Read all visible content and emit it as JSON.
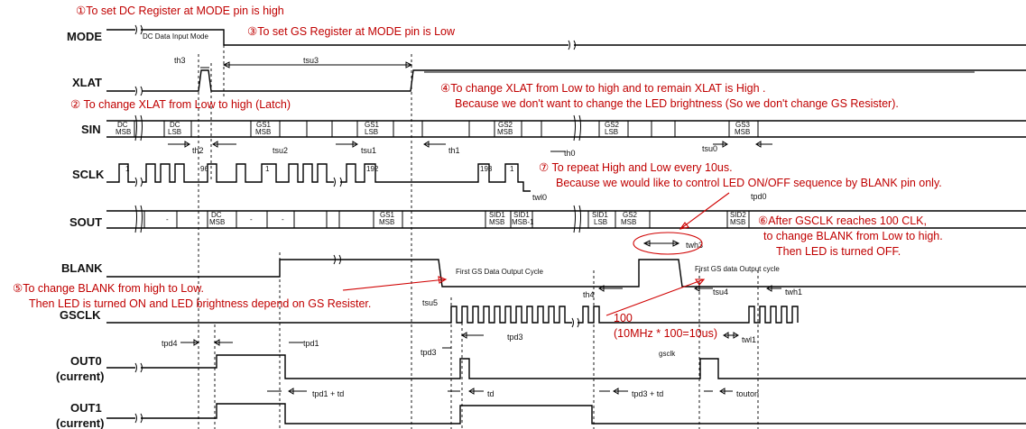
{
  "signals": [
    {
      "key": "mode",
      "label": "MODE"
    },
    {
      "key": "xlat",
      "label": "XLAT"
    },
    {
      "key": "sin",
      "label": "SIN"
    },
    {
      "key": "sclk",
      "label": "SCLK"
    },
    {
      "key": "sout",
      "label": "SOUT"
    },
    {
      "key": "blank",
      "label": "BLANK"
    },
    {
      "key": "gsclk",
      "label": "GSCLK"
    },
    {
      "key": "out0",
      "label": "OUT0",
      "sub": "(current)"
    },
    {
      "key": "out1",
      "label": "OUT1",
      "sub": "(current)"
    }
  ],
  "annotations": {
    "a1": "①To set DC Register at MODE pin is high",
    "a3": "③To set GS Register at MODE pin is Low",
    "a2": "② To change XLAT from Low to high (Latch)",
    "a4_line1": "④To change XLAT from Low to high and to remain XLAT is High .",
    "a4_line2": "Because we don't want to change the LED brightness (So we don't change GS Resister).",
    "a7_line1": "⑦ To repeat High and Low every 10us.",
    "a7_line2": "Because we would like to control LED ON/OFF sequence by BLANK pin only.",
    "a6_line1": "⑥After GSCLK reaches 100 CLK,",
    "a6_line2": "to change BLANK from Low to high.",
    "a6_line3": "Then LED is turned OFF.",
    "a5_line1": "⑤To change BLANK from high to Low.",
    "a5_line2": "Then LED is turned ON and LED brightness depend on GS Resister.",
    "n100_line1": "100",
    "n100_line2": "(10MHz * 100=10us)"
  },
  "labels": {
    "dc_input_mode": "DC Data Input Mode",
    "first_gs_cycle": "First GS Data Output Cycle",
    "first_gs_cycle2": "First GS data Output cycle",
    "sin_dc_msb": [
      "DC",
      "MSB"
    ],
    "sin_dc_lsb": [
      "DC",
      "LSB"
    ],
    "sin_gs1_msb": [
      "GS1",
      "MSB"
    ],
    "sin_gs1_lsb": [
      "GS1",
      "LSB"
    ],
    "sin_gs2_msb": [
      "GS2",
      "MSB"
    ],
    "sin_gs2_lsb": [
      "GS2",
      "LSB"
    ],
    "sin_gs3_msb": [
      "GS3",
      "MSB"
    ],
    "sclk_1": "1",
    "sclk_96": "96",
    "sclk_1b": "1",
    "sclk_192": "192",
    "sclk_193": "193",
    "sclk_1c": "1",
    "sout_dash1": "-",
    "sout_dc_msb": [
      "DC",
      "MSB"
    ],
    "sout_dash2": "-",
    "sout_dash3": "-",
    "sout_gs1_msb": [
      "GS1",
      "MSB"
    ],
    "sout_sid1_msb": [
      "SID1",
      "MSB"
    ],
    "sout_sid1_msb1": [
      "SID1",
      "MSB-1"
    ],
    "sout_sid1_lsb": [
      "SID1",
      "LSB"
    ],
    "sout_gs2_msb": [
      "GS2",
      "MSB"
    ],
    "sout_sid2_msb": [
      "SID2",
      "MSB"
    ],
    "gsclk_small": "gsclk"
  },
  "timing": {
    "th3": "th3",
    "tsu3": "tsu3",
    "th2": "th2",
    "tsu2": "tsu2",
    "tsu1": "tsu1",
    "th1": "th1",
    "tsu0": "tsu0",
    "th0": "th0",
    "twl0": "twl0",
    "twh3": "twh3",
    "th4": "th4",
    "tsu4": "tsu4",
    "twh1": "twh1",
    "twl1": "twl1",
    "tsu5": "tsu5",
    "tpd4": "tpd4",
    "tpd1": "tpd1",
    "tpd3": "tpd3",
    "tpd3b": "tpd3",
    "td": "td",
    "tpd1_td": "tpd1 + td",
    "tpd3_td": "tpd3 + td",
    "touton": "touton",
    "tpd0": "tpd0"
  },
  "colors": {
    "annotation": "#c00000",
    "line": "#000000",
    "arrow": "#d00000"
  }
}
